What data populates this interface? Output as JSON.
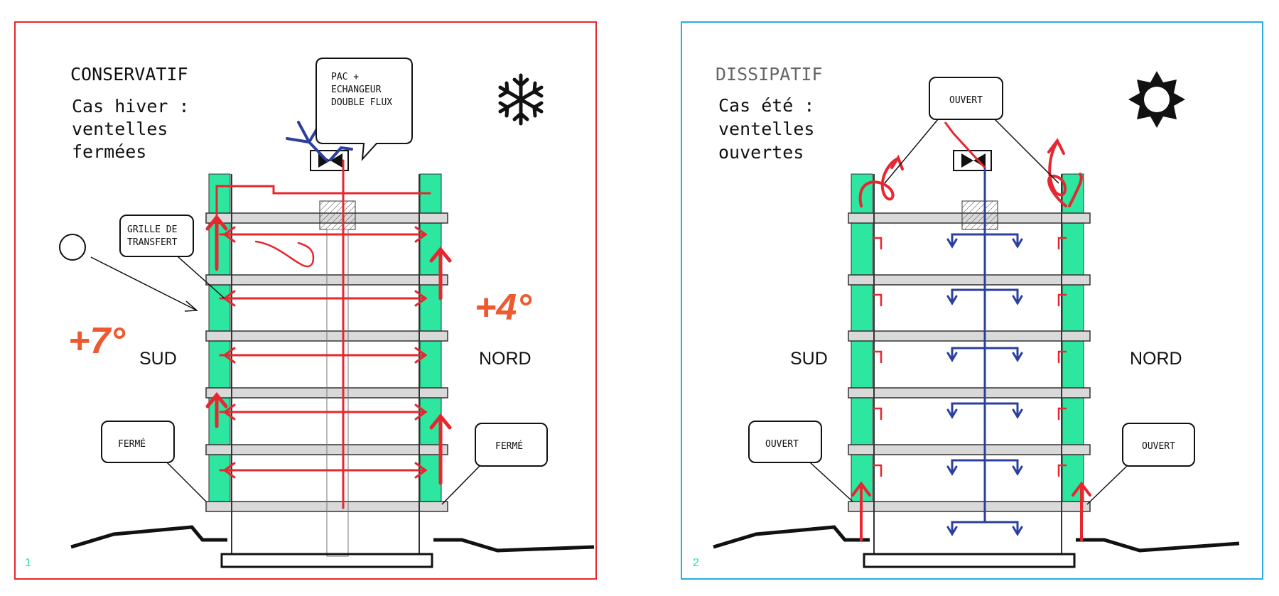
{
  "colors": {
    "winter_frame": "#e8262f",
    "summer_frame": "#29abe2",
    "green": "#22e59a",
    "warm_arrow": "#e8262f",
    "cool_arrow": "#2b3f9e",
    "temp_text": "#ee5a2f",
    "panel_number": "#22e59a"
  },
  "panels": [
    {
      "mode": "CONSERVATIF",
      "subtitle": [
        "Cas hiver :",
        "ventelles",
        "fermées"
      ],
      "weather_icon": "snowflake-icon",
      "callout_top": [
        "PAC +",
        "ECHANGEUR",
        "DOUBLE FLUX"
      ],
      "callout_grille": [
        "GRILLE DE",
        "TRANSFERT"
      ],
      "callout_left": "FERMÉ",
      "callout_right": "FERMÉ",
      "side_left": "SUD",
      "side_right": "NORD",
      "temp_left": "+7°",
      "temp_right": "+4°",
      "number": "1"
    },
    {
      "mode": "DISSIPATIF",
      "subtitle": [
        "Cas été :",
        "ventelles",
        "ouvertes"
      ],
      "weather_icon": "sun-icon",
      "callout_top": "OUVERT",
      "callout_left": "OUVERT",
      "callout_right": "OUVERT",
      "side_left": "SUD",
      "side_right": "NORD",
      "number": "2"
    }
  ]
}
